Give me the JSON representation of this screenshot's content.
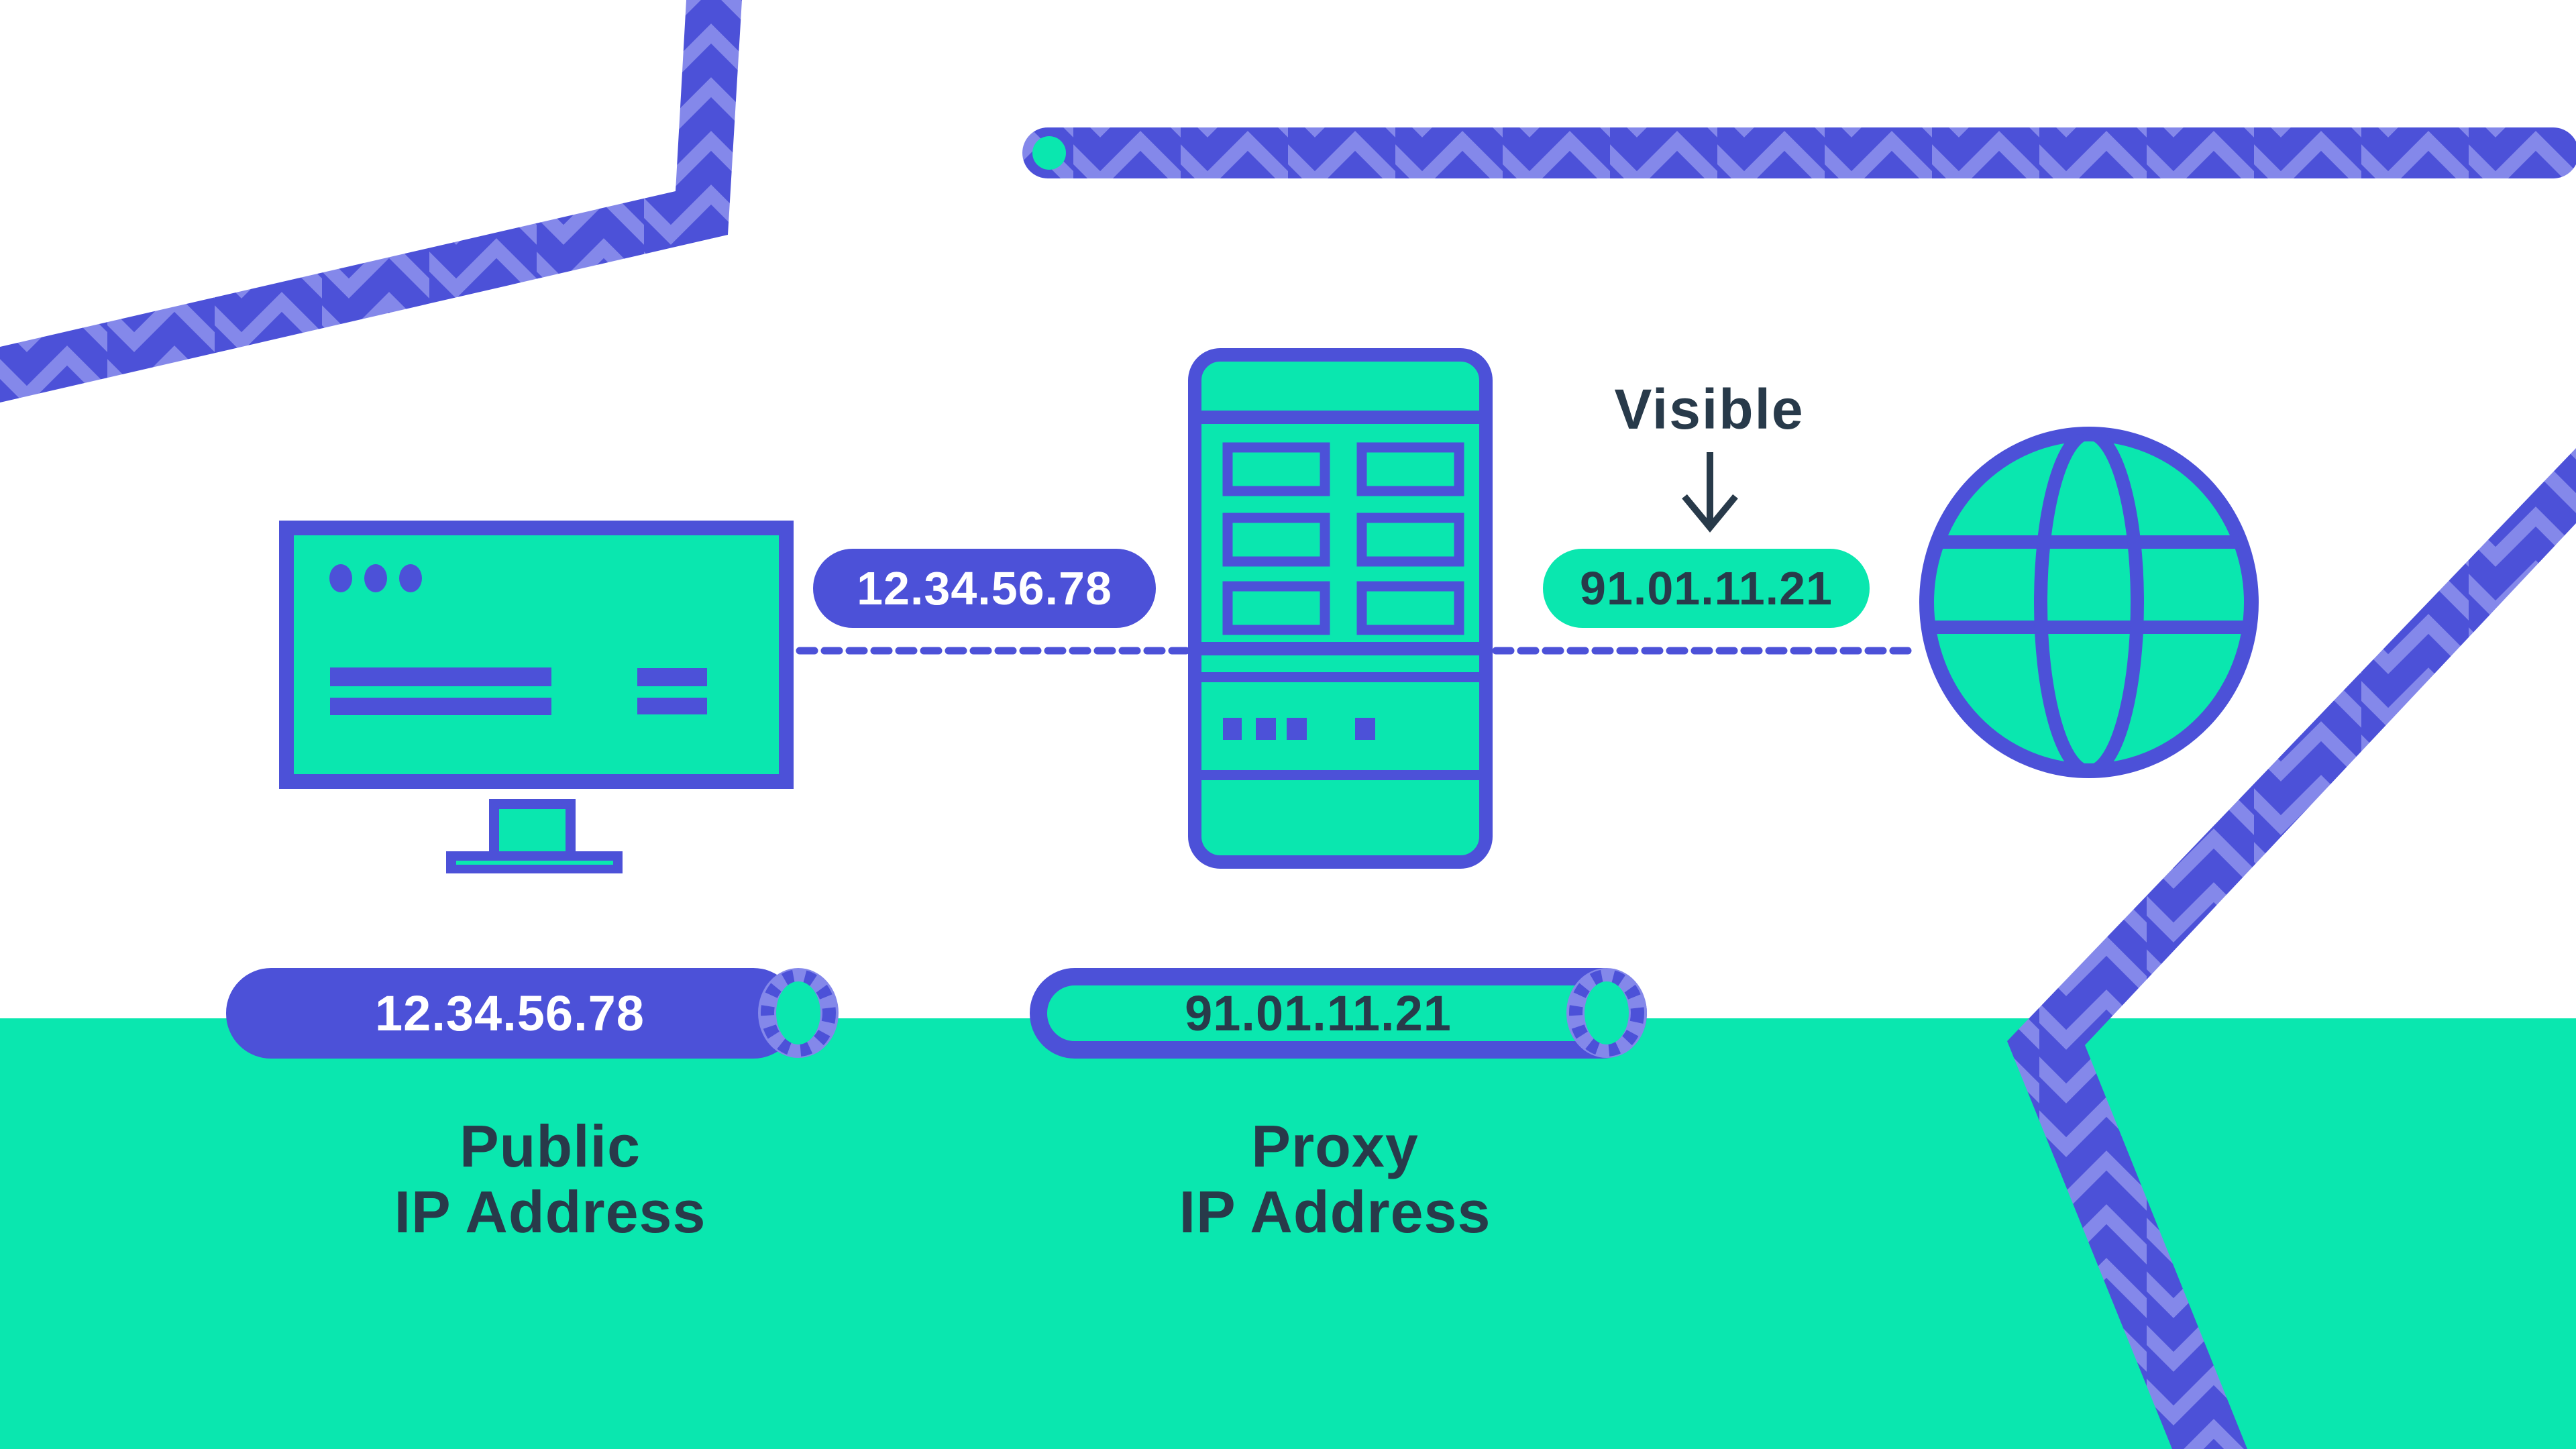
{
  "palette": {
    "purple": "#4C51D8",
    "purple_light": "#8488EA",
    "green": "#0AE7AF",
    "navy": "#283A4A",
    "white": "#FFFFFF"
  },
  "connection": {
    "public_ip_badge": "12.34.56.78",
    "visible_label": "Visible",
    "proxy_ip_badge": "91.01.11.21"
  },
  "footer": {
    "public": {
      "ip": "12.34.56.78",
      "caption_line1": "Public",
      "caption_line2": "IP Address"
    },
    "proxy": {
      "ip": "91.01.11.21",
      "caption_line1": "Proxy",
      "caption_line2": "IP Address"
    }
  },
  "icons": {
    "monitor": "computer-monitor-icon",
    "proxy_server": "proxy-server-icon",
    "globe": "internet-globe-icon",
    "down_arrow": "down-arrow-icon",
    "connection_line": "dashed-connection-line",
    "green_dot": "green-dot-icon",
    "cylinder_cap": "cylinder-cap-icon"
  }
}
